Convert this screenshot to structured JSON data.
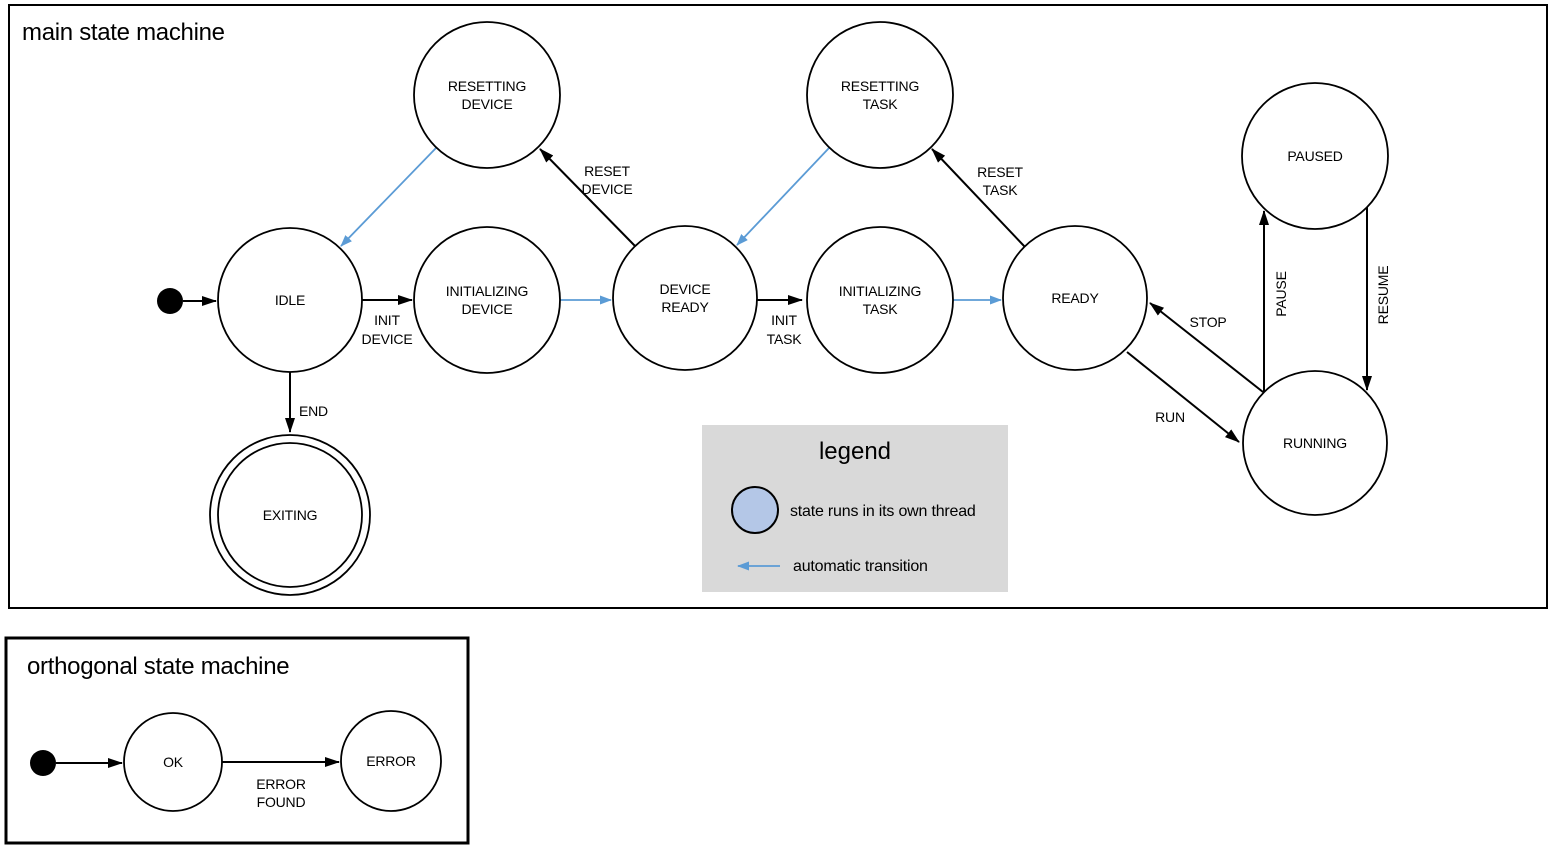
{
  "colors": {
    "threaded_state_fill": "#b4c7e7",
    "auto_transition_blue": "#5b9bd5",
    "legend_background": "#d9d9d9",
    "outline_black": "#000000"
  },
  "main_machine": {
    "title": "main state machine",
    "states": {
      "idle": {
        "label": "IDLE"
      },
      "initializing_device": {
        "line1": "INITIALIZING",
        "line2": "DEVICE"
      },
      "device_ready": {
        "line1": "DEVICE",
        "line2": "READY"
      },
      "initializing_task": {
        "line1": "INITIALIZING",
        "line2": "TASK"
      },
      "ready": {
        "label": "READY"
      },
      "resetting_device": {
        "line1": "RESETTING",
        "line2": "DEVICE"
      },
      "resetting_task": {
        "line1": "RESETTING",
        "line2": "TASK"
      },
      "paused": {
        "label": "PAUSED"
      },
      "running": {
        "label": "RUNNING"
      },
      "exiting": {
        "label": "EXITING"
      }
    },
    "transitions": {
      "init_device": {
        "line1": "INIT",
        "line2": "DEVICE"
      },
      "reset_device": {
        "line1": "RESET",
        "line2": "DEVICE"
      },
      "init_task": {
        "line1": "INIT",
        "line2": "TASK"
      },
      "reset_task": {
        "line1": "RESET",
        "line2": "TASK"
      },
      "stop": {
        "label": "STOP"
      },
      "run": {
        "label": "RUN"
      },
      "pause": {
        "label": "PAUSE"
      },
      "resume": {
        "label": "RESUME"
      },
      "end": {
        "label": "END"
      }
    }
  },
  "legend": {
    "title": "legend",
    "items": {
      "threaded": {
        "label": "state runs in its own thread"
      },
      "auto": {
        "label": "automatic transition"
      }
    }
  },
  "orthogonal_machine": {
    "title": "orthogonal state machine",
    "states": {
      "ok": {
        "label": "OK"
      },
      "error": {
        "label": "ERROR"
      }
    },
    "transitions": {
      "error_found": {
        "line1": "ERROR",
        "line2": "FOUND"
      }
    }
  }
}
